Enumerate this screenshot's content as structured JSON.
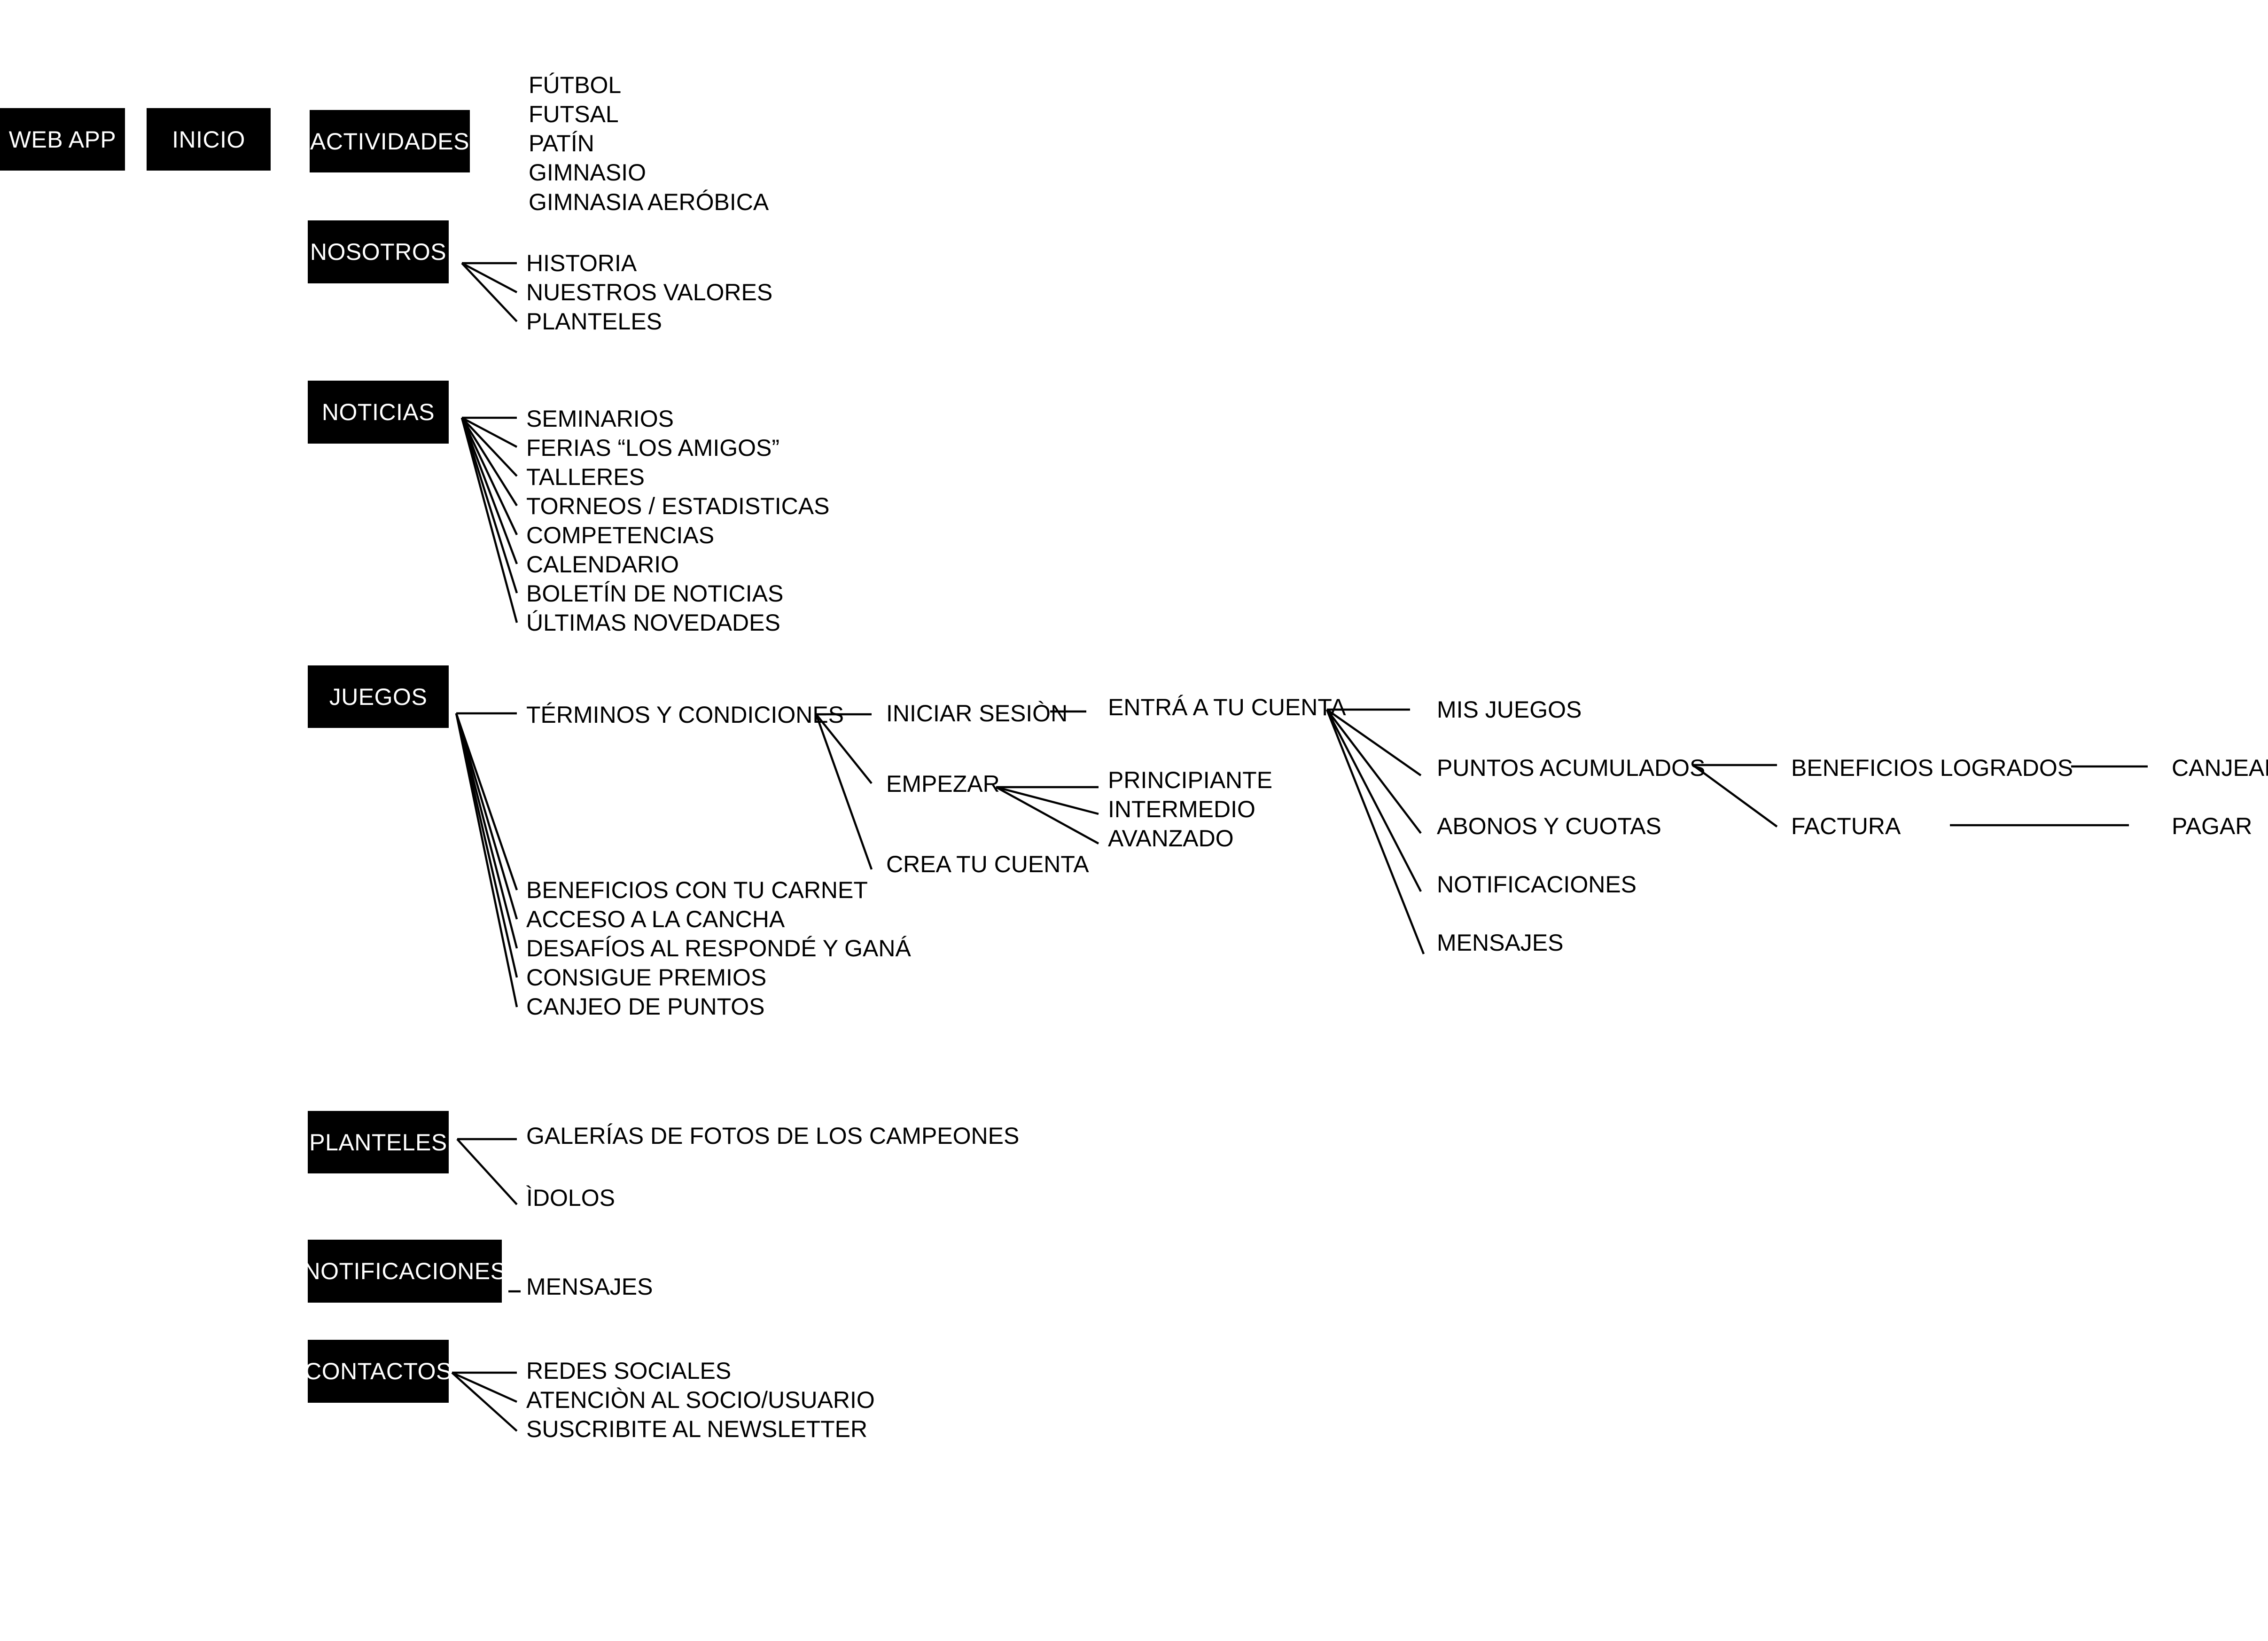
{
  "roots": {
    "web_app": "WEB APP",
    "inicio": "INICIO"
  },
  "sections": {
    "actividades": {
      "label": "ACTIVIDADES",
      "items": [
        "FÚTBOL",
        "FUTSAL",
        "PATÍN",
        "GIMNASIO",
        "GIMNASIA AERÓBICA"
      ]
    },
    "nosotros": {
      "label": "NOSOTROS",
      "items": [
        "HISTORIA",
        "NUESTROS VALORES",
        "PLANTELES"
      ]
    },
    "noticias": {
      "label": "NOTICIAS",
      "items": [
        "SEMINARIOS",
        "FERIAS “LOS AMIGOS”",
        "TALLERES",
        "TORNEOS / ESTADISTICAS",
        "COMPETENCIAS",
        "CALENDARIO",
        "BOLETÍN DE NOTICIAS",
        "ÚLTIMAS NOVEDADES"
      ]
    },
    "juegos": {
      "label": "JUEGOS",
      "terminos": "TÉRMINOS Y CONDICIONES",
      "items": [
        "BENEFICIOS CON TU CARNET",
        "ACCESO A LA CANCHA",
        "DESAFÍOS AL RESPONDÉ Y GANÁ",
        "CONSIGUE PREMIOS",
        "CANJEO DE PUNTOS"
      ],
      "iniciar_sesion": "INICIAR SESIÒN",
      "empezar": "EMPEZAR",
      "crea_tu_cuenta": "CREA TU CUENTA",
      "niveles": [
        "PRINCIPIANTE",
        "INTERMEDIO",
        "AVANZADO"
      ],
      "entra_a_tu_cuenta": "ENTRÁ A TU CUENTA",
      "cuenta_items": [
        "MIS JUEGOS",
        "PUNTOS ACUMULADOS",
        "ABONOS Y CUOTAS",
        "NOTIFICACIONES",
        "MENSAJES"
      ],
      "beneficios_logrados": "BENEFICIOS LOGRADOS",
      "factura": "FACTURA",
      "canjear": "CANJEAR",
      "pagar": "PAGAR"
    },
    "planteles": {
      "label": "PLANTELES",
      "items": [
        "GALERÍAS DE FOTOS DE LOS CAMPEONES",
        "ÌDOLOS"
      ]
    },
    "notificaciones": {
      "label": "NOTIFICACIONES",
      "items": [
        "MENSAJES"
      ]
    },
    "contactos": {
      "label": "CONTACTOS",
      "items": [
        "REDES SOCIALES",
        "ATENCIÒN AL SOCIO/USUARIO",
        "SUSCRIBITE AL NEWSLETTER"
      ]
    }
  }
}
